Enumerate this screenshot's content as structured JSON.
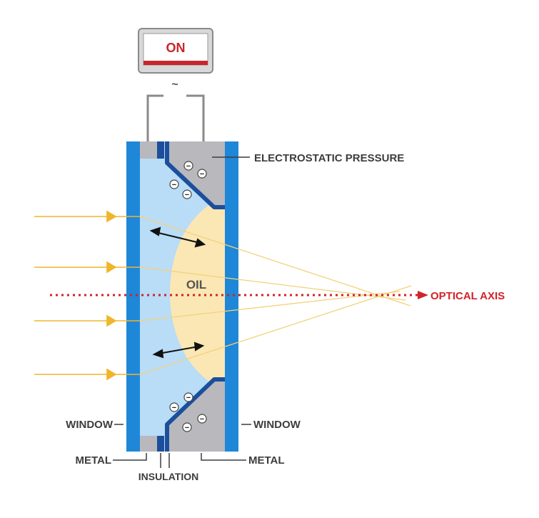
{
  "switch": {
    "label": "ON",
    "ac_symbol": "~"
  },
  "labels": {
    "electrostatic_pressure": "ELECTROSTATIC PRESSURE",
    "oil": "OIL",
    "optical_axis": "OPTICAL AXIS",
    "window_left": "WINDOW",
    "window_right": "WINDOW",
    "metal_left": "METAL",
    "metal_right": "METAL",
    "insulation": "INSULATION"
  },
  "charge_symbol": "−",
  "colors": {
    "window_blue": "#1e87d8",
    "water_blue": "#b9dcf7",
    "electrode_gray": "#b8b8bd",
    "electrode_border": "#1b4f9c",
    "oil_cream": "#fbe7b4",
    "light_ray": "#f0b62b",
    "optical_axis": "#d1232a",
    "label_gray": "#3d3d3d"
  }
}
